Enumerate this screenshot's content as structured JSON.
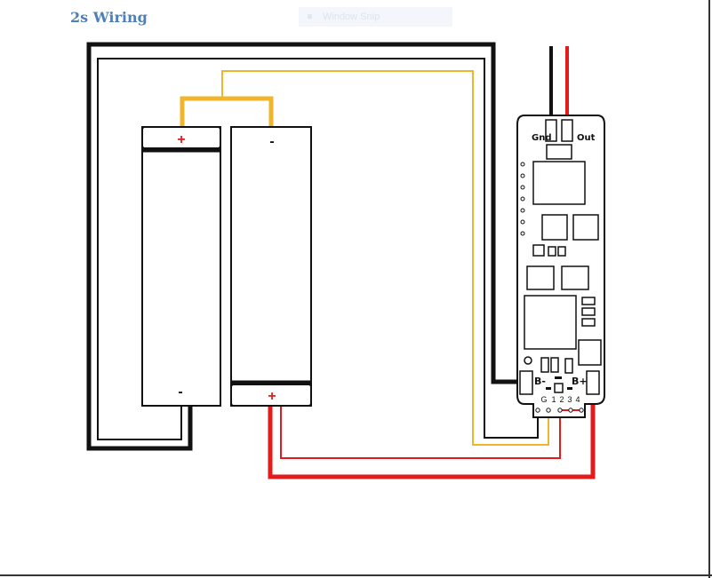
{
  "title": "2s Wiring",
  "window_snip": {
    "label": "Window Snip"
  },
  "battery_left": {
    "top_terminal": "+",
    "bottom_terminal": "-"
  },
  "battery_right": {
    "top_terminal": "-",
    "bottom_terminal": "+"
  },
  "board": {
    "gnd_label": "Gnd",
    "out_label": "Out",
    "bminus_label": "B-",
    "bplus_label": "B+",
    "pins": [
      "G",
      "1",
      "2",
      "3",
      "4"
    ]
  },
  "colors": {
    "red": "#e41b1b",
    "black": "#111111",
    "yellow": "#f1b52c",
    "title": "#4f7fb7"
  }
}
